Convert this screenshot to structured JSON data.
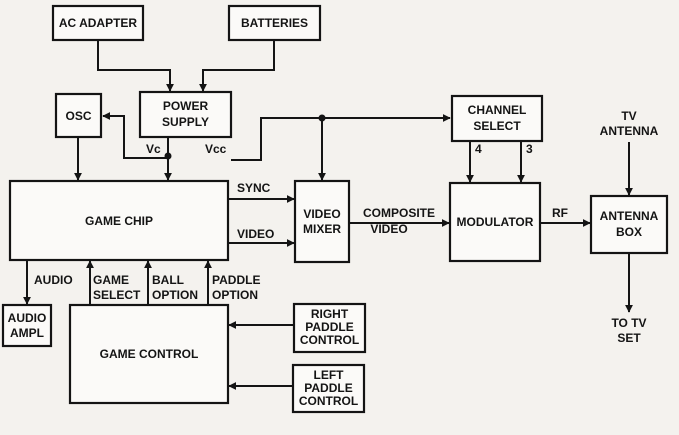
{
  "blocks": {
    "ac_adapter": "AC ADAPTER",
    "batteries": "BATTERIES",
    "power_supply": [
      "POWER",
      "SUPPLY"
    ],
    "osc": "OSC",
    "channel_select": [
      "CHANNEL",
      "SELECT"
    ],
    "game_chip": "GAME CHIP",
    "video_mixer": [
      "VIDEO",
      "MIXER"
    ],
    "modulator": "MODULATOR",
    "antenna_box": [
      "ANTENNA",
      "BOX"
    ],
    "audio_ampl": [
      "AUDIO",
      "AMPL"
    ],
    "game_control": "GAME CONTROL",
    "right_paddle": [
      "RIGHT",
      "PADDLE",
      "CONTROL"
    ],
    "left_paddle": [
      "LEFT",
      "PADDLE",
      "CONTROL"
    ]
  },
  "labels": {
    "vc": "Vc",
    "vcc": "Vcc",
    "sync": "SYNC",
    "video": "VIDEO",
    "composite_video": [
      "COMPOSITE",
      "VIDEO"
    ],
    "rf": "RF",
    "ch4": "4",
    "ch3": "3",
    "tv_antenna": [
      "TV",
      "ANTENNA"
    ],
    "to_tv_set": [
      "TO TV",
      "SET"
    ],
    "audio": "AUDIO",
    "game_select": [
      "GAME",
      "SELECT"
    ],
    "ball_option": [
      "BALL",
      "OPTION"
    ],
    "paddle_option": [
      "PADDLE",
      "OPTION"
    ]
  },
  "colors": {
    "ink": "#141414",
    "paper": "#f4f2ee"
  }
}
